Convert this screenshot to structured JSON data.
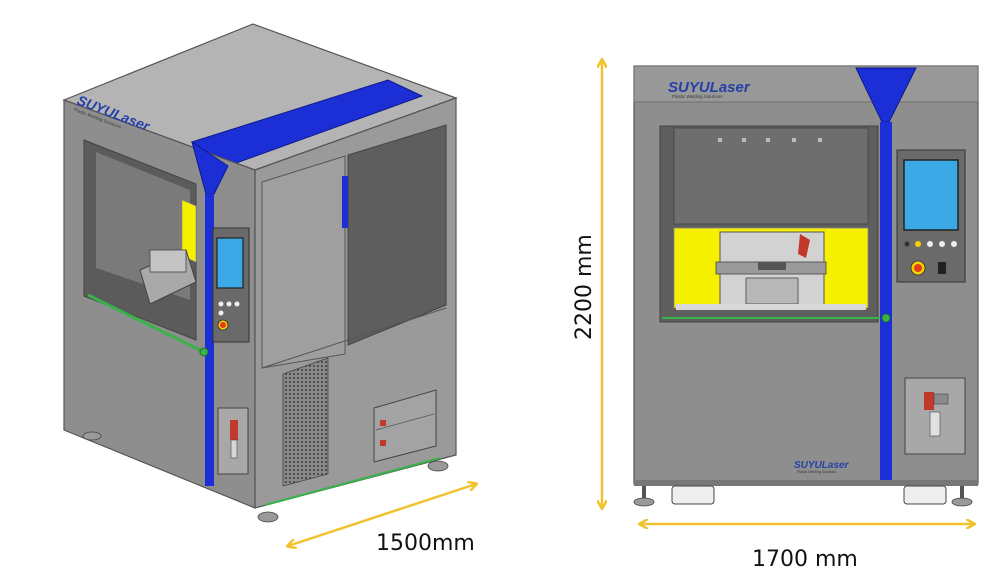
{
  "iso_view": {
    "brand": "SUYULaser",
    "brand_tagline": "Plastic Welding Solutions"
  },
  "front_view": {
    "brand": "SUYULaser",
    "brand_tagline": "Plastic Welding Solutions",
    "footer_brand": "SUYULaser",
    "footer_tagline": "Plastic Welding Solutions"
  },
  "dimensions": {
    "depth": "1500mm",
    "height": "2200 mm",
    "width": "1700 mm"
  },
  "colors": {
    "cabinet": "#8e8e8e",
    "cabinet_light": "#a6a6a6",
    "cabinet_dark": "#6a6a6a",
    "blue_trim": "#1c2fd6",
    "yellow_enclosure": "#f4f000",
    "screen": "#3aa9e6",
    "dimension_arrow": "#f2c12e",
    "estop_red": "#e33b1c"
  }
}
